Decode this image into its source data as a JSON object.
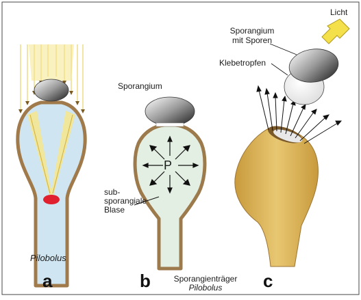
{
  "labels": {
    "licht": "Licht",
    "sporangium_b": "Sporangium",
    "sporangium_mit": "Sporangium",
    "mit_sporen": "mit Sporen",
    "klebetropfen": "Klebetropfen",
    "p": "P",
    "sub": "sub-",
    "sporangiale": "sporangiale",
    "blase": "Blase",
    "pilobolus_a": "Pilobolus",
    "caption_line1": "Sporangienträger",
    "caption_line2": "Pilobolus"
  },
  "panel_letters": [
    "a",
    "b",
    "c"
  ],
  "colors": {
    "light": "#f6e58d",
    "wall": "#b08a5a",
    "stalk_c": "#d9b45a",
    "vesicle_a": "#cfe6f2",
    "vesicle_b": "#e2efe2",
    "eyespot": "#e0202e",
    "arrow_licht": "#f3e04a"
  }
}
